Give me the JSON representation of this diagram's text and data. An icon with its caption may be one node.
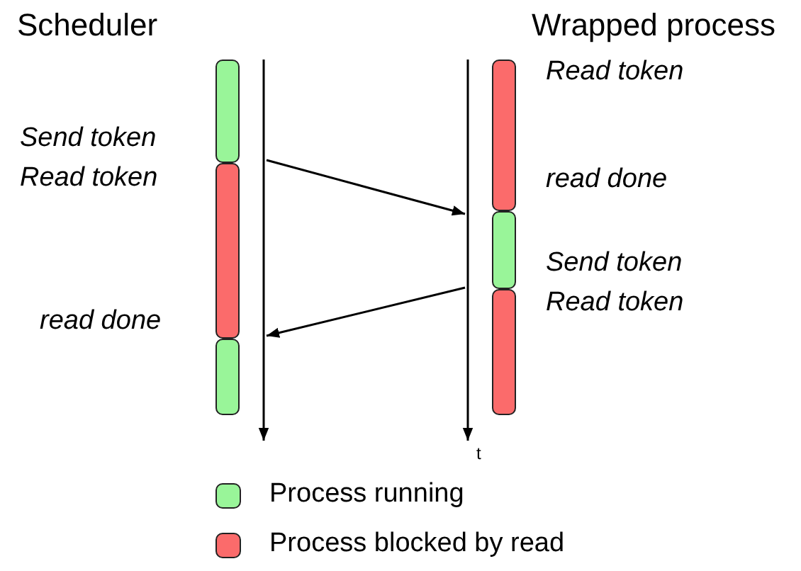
{
  "diagram": {
    "nodes": [
      {
        "text": [
          "Scheduler"
        ]
      },
      {
        "text": [
          "Wrapped process"
        ]
      }
    ],
    "edges": [
      {
        "from": 0,
        "to": 1,
        "arrow": "to"
      },
      {
        "from": 1,
        "to": 0,
        "arrow": "to"
      }
    ],
    "labels": [
      "Read token",
      "Send token",
      "Read token",
      "read done",
      "Send token",
      "Read token",
      "read done",
      "t"
    ],
    "legend": [
      {
        "text": "Process running",
        "color": "#99f599"
      },
      {
        "text": "Process blocked by read",
        "color": "#fb6b6b"
      }
    ]
  }
}
